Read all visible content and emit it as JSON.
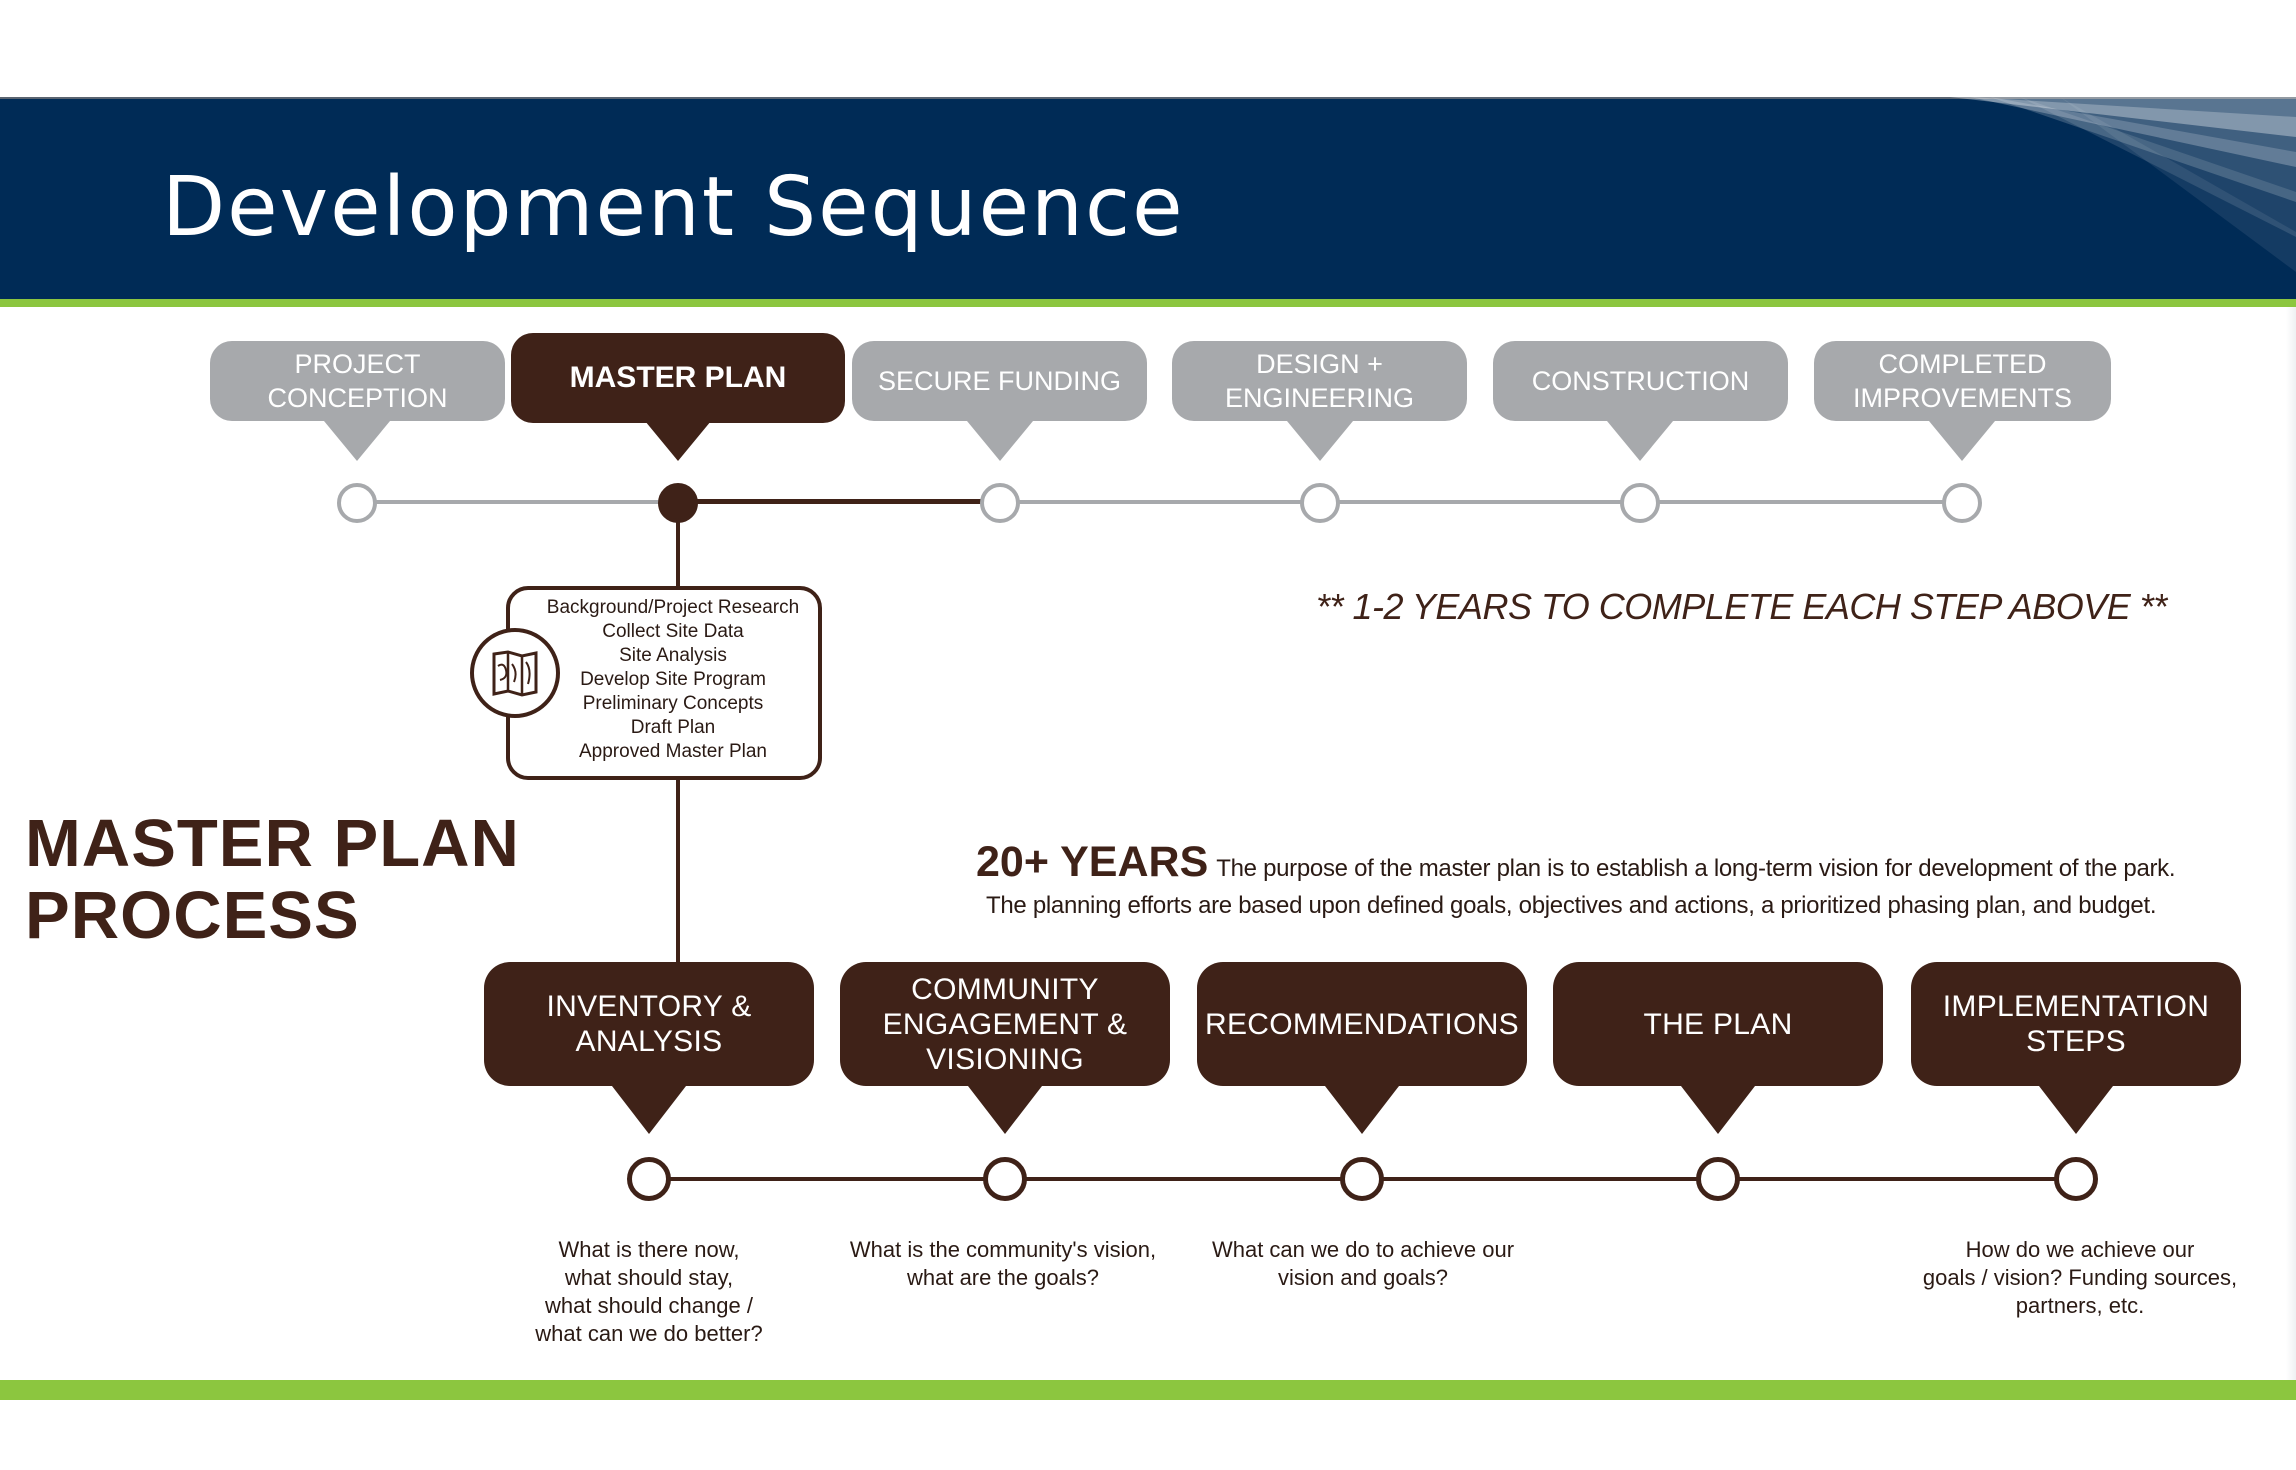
{
  "slide": {
    "title": "Development Sequence"
  },
  "top_steps": [
    {
      "lines": [
        "PROJECT",
        "CONCEPTION"
      ],
      "state": "inactive"
    },
    {
      "lines": [
        "MASTER PLAN"
      ],
      "state": "active"
    },
    {
      "lines": [
        "SECURE FUNDING"
      ],
      "state": "inactive"
    },
    {
      "lines": [
        "DESIGN +",
        "ENGINEERING"
      ],
      "state": "inactive"
    },
    {
      "lines": [
        "CONSTRUCTION"
      ],
      "state": "inactive"
    },
    {
      "lines": [
        "COMPLETED",
        "IMPROVEMENTS"
      ],
      "state": "inactive"
    }
  ],
  "years_note": "** 1-2 YEARS TO COMPLETE EACH STEP ABOVE **",
  "master_plan_tasks": [
    "Background/Project Research",
    "Collect Site Data",
    "Site Analysis",
    "Develop Site Program",
    "Preliminary Concepts",
    "Draft Plan",
    "Approved Master Plan"
  ],
  "process_title": [
    "MASTER PLAN",
    "PROCESS"
  ],
  "purpose": {
    "headline": "20+ YEARS",
    "line1": "The purpose of the master plan is to establish a long-term vision for development of the park.",
    "line2": "The planning efforts are based upon defined goals, objectives and actions, a prioritized phasing plan, and budget."
  },
  "phases": [
    {
      "lines": [
        "INVENTORY &",
        "ANALYSIS"
      ],
      "question": [
        "What is there now,",
        "what should stay,",
        "what should change /",
        "what can we do better?"
      ]
    },
    {
      "lines": [
        "COMMUNITY",
        "ENGAGEMENT &",
        "VISIONING"
      ],
      "question": [
        "What is the community's vision,",
        "what are the goals?"
      ]
    },
    {
      "lines": [
        "RECOMMENDATIONS"
      ],
      "question": [
        "What can we do to achieve our",
        "vision and goals?"
      ]
    },
    {
      "lines": [
        "THE PLAN"
      ],
      "question": []
    },
    {
      "lines": [
        "IMPLEMENTATION",
        "STEPS"
      ],
      "question": [
        "How do we achieve our",
        "goals / vision? Funding sources,",
        "partners, etc."
      ]
    }
  ],
  "colors": {
    "header_navy": "#002b56",
    "accent_green": "#8cc63f",
    "step_gray": "#a7a9ac",
    "phase_brown": "#3f2218"
  },
  "icons": [
    "map-icon"
  ]
}
